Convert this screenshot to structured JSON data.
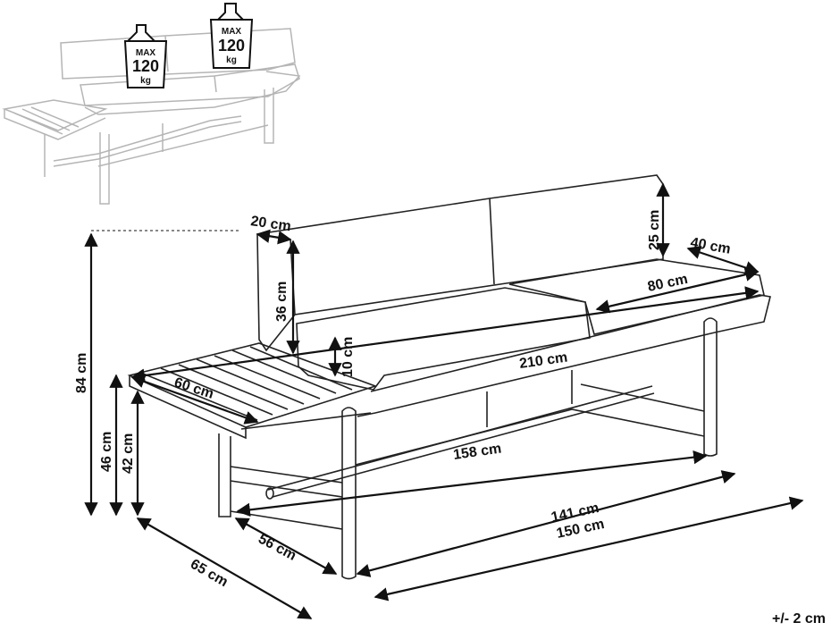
{
  "weight_badges": [
    {
      "top": "MAX",
      "value": "120",
      "unit": "kg"
    },
    {
      "top": "MAX",
      "value": "120",
      "unit": "kg"
    }
  ],
  "dimensions": {
    "back_depth": "20 cm",
    "back_height": "25 cm",
    "seat_depth": "40 cm",
    "seat_width": "80 cm",
    "cushion_back_height": "36 cm",
    "cushion_height": "10 cm",
    "total_width": "210 cm",
    "table_width": "60 cm",
    "total_height": "84 cm",
    "seat_height": "46 cm",
    "table_height": "42 cm",
    "frame_length": "158 cm",
    "leg_span": "141 cm",
    "base_length": "150 cm",
    "leg_depth": "56 cm",
    "total_depth": "65 cm"
  },
  "tolerance": "+/- 2 cm"
}
